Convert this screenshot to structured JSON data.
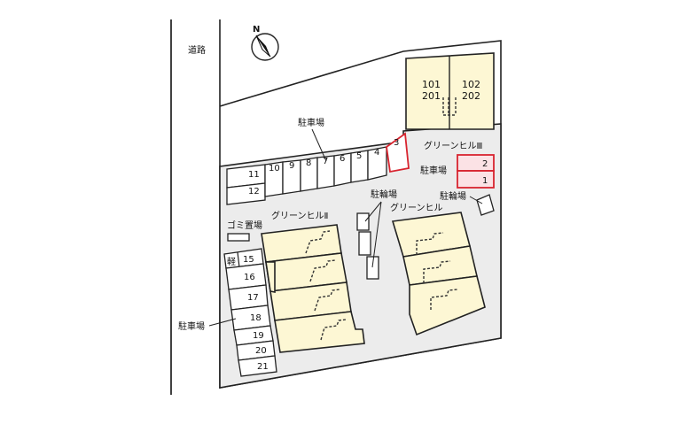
{
  "labels": {
    "road": "道路",
    "north": "N",
    "parking_top": "駐車場",
    "parking_right": "駐車場",
    "parking_left": "駐車場",
    "garbage": "ゴミ置場",
    "bicycle_center": "駐輪場",
    "bicycle_right": "駐輪場",
    "building_ii": "グリーンヒルⅡ",
    "building_main": "グリーンヒル",
    "building_iii": "グリーンヒルⅢ",
    "kei": "軽"
  },
  "units": {
    "u101": "101",
    "u201": "201",
    "u102": "102",
    "u202": "202"
  },
  "slots_top": [
    "11",
    "10",
    "9",
    "8",
    "7",
    "6",
    "5",
    "4",
    "3"
  ],
  "slot_12": "12",
  "slots_right": [
    "2",
    "1"
  ],
  "slots_left": [
    "15",
    "16",
    "17",
    "18",
    "19",
    "20",
    "21"
  ],
  "highlight_color": "#d8242f"
}
